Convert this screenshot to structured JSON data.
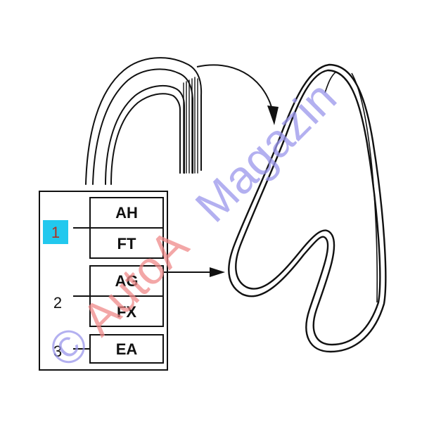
{
  "diagram": {
    "callouts": [
      {
        "number": "1",
        "codes": [
          "AH",
          "FT"
        ],
        "highlighted": true
      },
      {
        "number": "2",
        "codes": [
          "AG",
          "FX"
        ],
        "highlighted": false
      },
      {
        "number": "3",
        "codes": [
          "EA"
        ],
        "highlighted": false
      }
    ]
  },
  "watermark": {
    "copyright_symbol": "©",
    "brand": "AutoA",
    "brand_suffix": "Magazin"
  },
  "colors": {
    "ink": "#111111",
    "highlight": "#22c8ee",
    "highlight_text": "#b03020",
    "watermark_red": "#f08a8a",
    "watermark_blue": "#9a96ec",
    "background": "#ffffff"
  }
}
